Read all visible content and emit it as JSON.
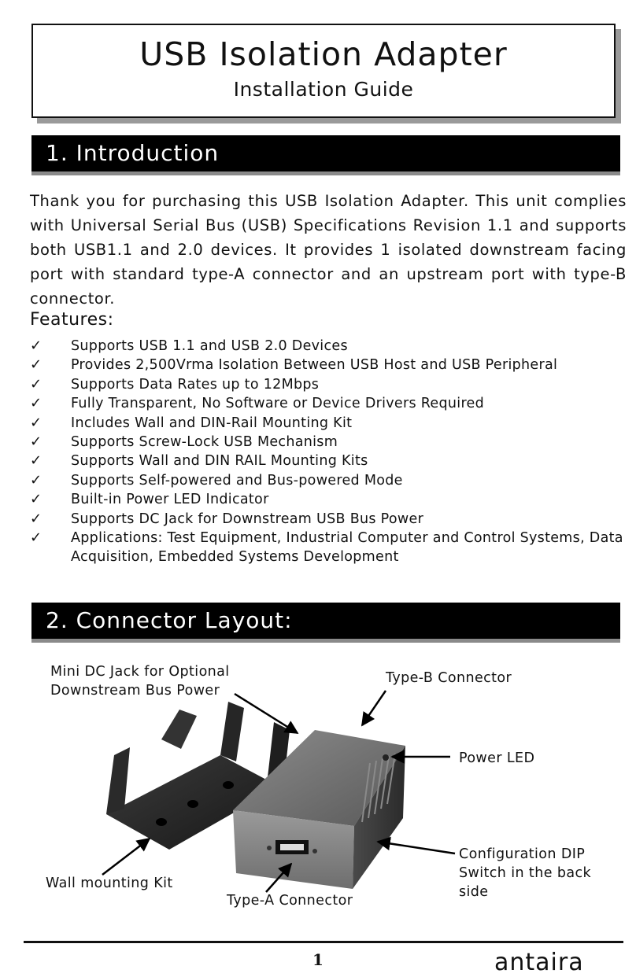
{
  "header": {
    "title": "USB Isolation Adapter",
    "subtitle": "Installation Guide"
  },
  "section1": {
    "heading": "1. Introduction",
    "intro": "Thank you for purchasing this USB Isolation Adapter. This unit complies with Universal Serial Bus (USB) Specifications Revision 1.1 and supports both USB1.1 and 2.0 devices. It provides 1 isolated downstream facing port with standard type-A connector and an upstream port with type-B connector.",
    "features_heading": "Features:",
    "check_glyph": "✓",
    "features": [
      "Supports USB 1.1 and USB 2.0 Devices",
      "Provides 2,500Vrma Isolation Between USB Host and USB Peripheral",
      "Supports Data Rates up to 12Mbps",
      "Fully Transparent, No Software or Device Drivers Required",
      "Includes Wall and DIN-Rail Mounting Kit",
      "Supports Screw-Lock USB Mechanism",
      "Supports Wall and DIN RAIL Mounting Kits",
      "Supports Self-powered and Bus-powered Mode",
      "Built-in Power LED Indicator",
      "Supports DC Jack for Downstream USB Bus Power",
      "Applications: Test Equipment, Industrial Computer and Control Systems, Data Acquisition, Embedded Systems Development"
    ]
  },
  "section2": {
    "heading": "2. Connector Layout:",
    "callouts": {
      "mini_dc_line1": "Mini DC Jack for Optional",
      "mini_dc_line2": "Downstream Bus Power",
      "type_b": "Type-B Connector",
      "power_led": "Power LED",
      "dip_line1": "Configuration DIP",
      "dip_line2": "Switch in the back",
      "dip_line3": "side",
      "wall_kit": "Wall mounting Kit",
      "type_a": "Type-A Connector"
    }
  },
  "footer": {
    "page_number": "1",
    "brand": "antaira"
  }
}
